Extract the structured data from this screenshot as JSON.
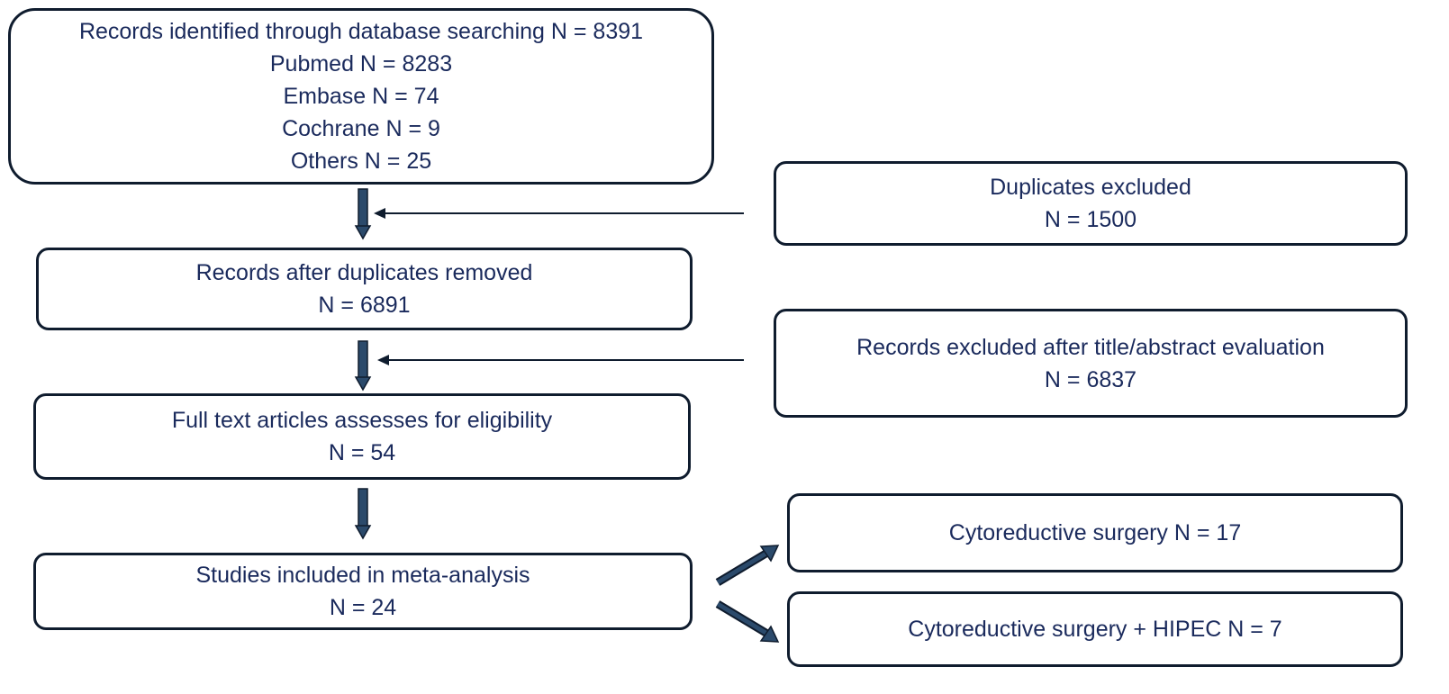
{
  "identification": {
    "lines": [
      "Records identified through database searching N = 8391",
      "Pubmed N = 8283",
      "Embase N = 74",
      "Cochrane N = 9",
      "Others N = 25"
    ]
  },
  "duplicates_excluded": {
    "lines": [
      "Duplicates excluded",
      "N = 1500"
    ]
  },
  "after_duplicates": {
    "lines": [
      "Records after duplicates removed",
      "N = 6891"
    ]
  },
  "title_abstract_excluded": {
    "lines": [
      "Records excluded after title/abstract evaluation",
      "N = 6837"
    ]
  },
  "full_text": {
    "lines": [
      "Full text articles assesses for eligibility",
      "N = 54"
    ]
  },
  "included": {
    "lines": [
      "Studies included in meta-analysis",
      "N = 24"
    ]
  },
  "crs": {
    "lines": [
      "Cytoreductive surgery N = 17"
    ]
  },
  "crs_hipec": {
    "lines": [
      "Cytoreductive surgery + HIPEC N = 7"
    ]
  },
  "colors": {
    "text": "#1a2a5c",
    "border": "#0f1c2e",
    "arrow": "#2b4a6b",
    "arrow_outline": "#0f1c2e"
  }
}
